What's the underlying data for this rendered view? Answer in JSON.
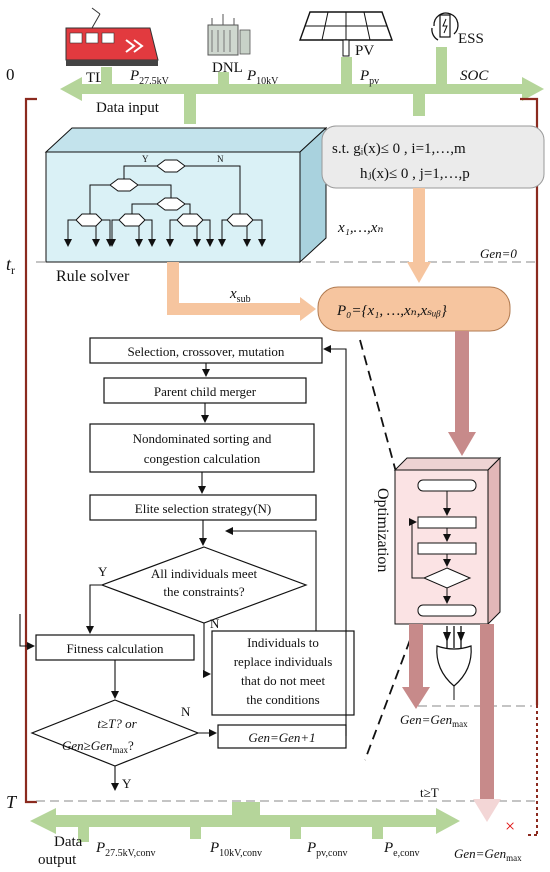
{
  "sources": {
    "tl": {
      "label": "TL"
    },
    "dnl": {
      "label": "DNL"
    },
    "pv": {
      "label": "PV"
    },
    "ess": {
      "label": "ESS"
    }
  },
  "top_bus": {
    "zero": "0",
    "p27": "P",
    "p27_sub": "27.5kV",
    "p10": "P",
    "p10_sub": "10kV",
    "ppv": "P",
    "ppv_sub": "pv",
    "soc": "SOC",
    "data_input": "Data input"
  },
  "constraints": {
    "line1": "s.t.  gᵢ(x)≤ 0 , i=1,…,m",
    "line2": "hⱼ(x)≤ 0 , j=1,…,p",
    "xs": "x₁,…,xₙ"
  },
  "rule_solver": {
    "label": "Rule solver",
    "y": "Y",
    "n": "N"
  },
  "time": {
    "tr": "t",
    "tr_sub": "r",
    "gen0": "Gen=0",
    "T": "T",
    "tT": "t≥T"
  },
  "xsub": {
    "x": "x",
    "sub": "sub"
  },
  "population": {
    "label": "P₀={x₁, …,xₙ,xₛᵤᵦ}"
  },
  "flow": {
    "selection": "Selection, crossover, mutation",
    "merger": "Parent child merger",
    "sorting1": "Nondominated sorting and",
    "sorting2": "congestion calculation",
    "elite": "Elite selection strategy(N)",
    "constraints1": "All individuals meet",
    "constraints2": "the constraints?",
    "y1": "Y",
    "n1": "N",
    "fitness": "Fitness calculation",
    "replace1": "Individuals to",
    "replace2": "replace individuals",
    "replace3": "that do not meet",
    "replace4": "the conditions",
    "check1": "t≥T? or",
    "check2": "Gen≥Gen",
    "check2_sub": "max",
    "check2_tail": "?",
    "n2": "N",
    "y2": "Y",
    "genplus": "Gen=Gen+1"
  },
  "optimization": {
    "label": "Optimization",
    "genmax1": "Gen=Gen",
    "genmax1_sub": "max",
    "genmax2": "Gen=Gen",
    "genmax2_sub": "max",
    "x_mark": "×"
  },
  "bottom_bus": {
    "data_output1": "Data",
    "data_output2": "output",
    "p27c": "P",
    "p27c_sub": "27.5kV,conv",
    "p10c": "P",
    "p10c_sub": "10kV,conv",
    "ppvc": "P",
    "ppvc_sub": "pv,conv",
    "pec": "P",
    "pec_sub": "e,conv"
  },
  "colors": {
    "green": "#b5d59a",
    "orange": "#f6c59f",
    "redarrow": "#c78a8a",
    "timeline": "#8b2a1f",
    "cube_face": "#daf1f6",
    "opt_face": "#fbe3e4",
    "constraint_bg": "#ebebeb"
  }
}
